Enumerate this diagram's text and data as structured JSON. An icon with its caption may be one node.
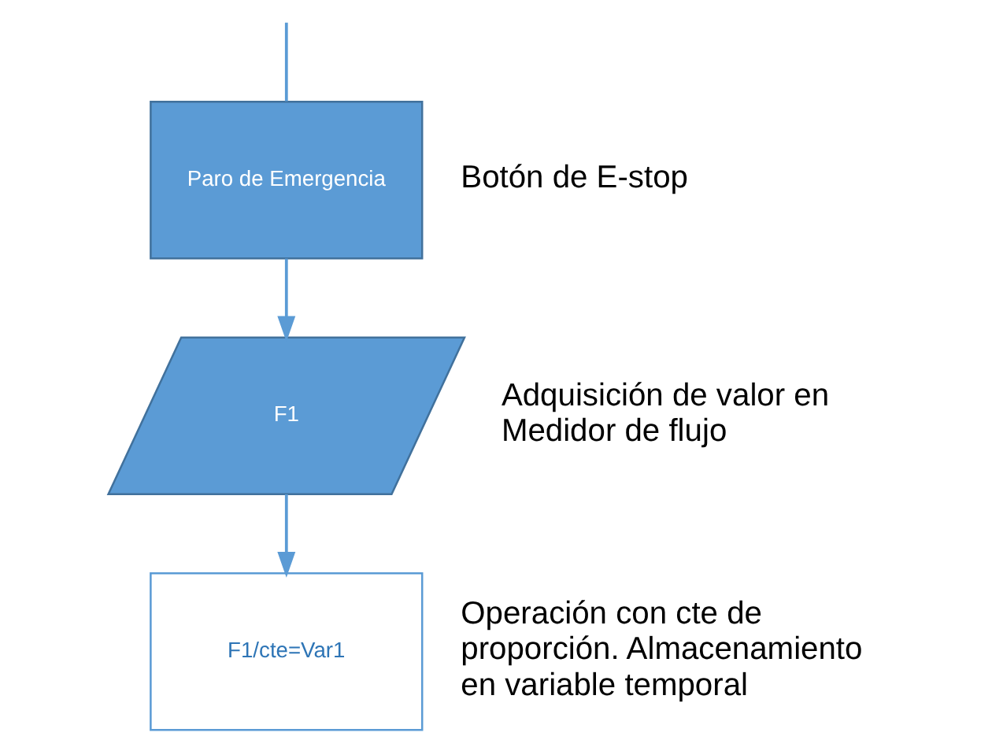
{
  "diagram": {
    "nodes": [
      {
        "text": [
          "Paro de Emergencia"
        ],
        "beside": [
          "Botón de E-stop"
        ]
      },
      {
        "text": [
          "F1"
        ],
        "beside": [
          "Adquisición de valor en Medidor de flujo"
        ]
      },
      {
        "text": [
          "F1/cte=Var1"
        ],
        "beside": [
          "Operación con cte de proporción. Almacenamiento en variable temporal"
        ]
      }
    ],
    "edges": [
      {
        "from": null,
        "to": 0,
        "arrow": "none"
      },
      {
        "from": 0,
        "to": 1,
        "arrow": "to"
      },
      {
        "from": 1,
        "to": 2,
        "arrow": "to"
      }
    ]
  }
}
